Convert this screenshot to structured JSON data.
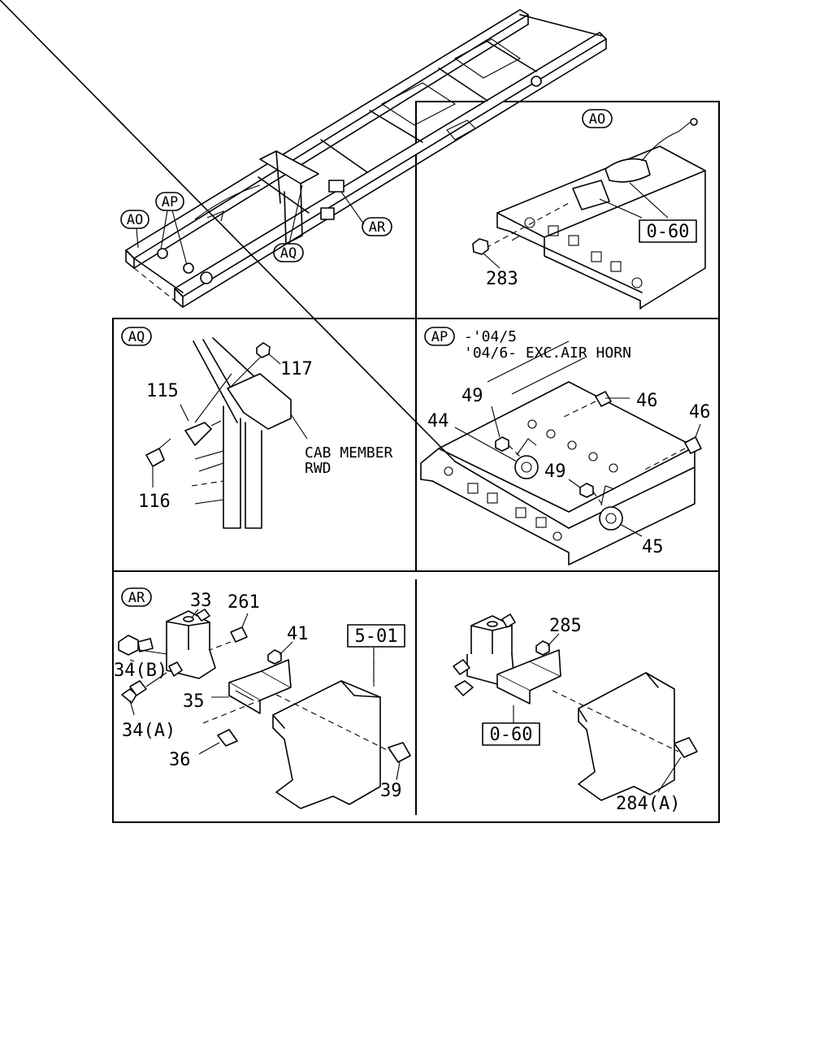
{
  "callouts": {
    "ao_main": "AO",
    "ap_main": "AP",
    "aq_main": "AQ",
    "ar_main": "AR",
    "ao_panel": "AO",
    "aq_panel": "AQ",
    "ap_panel": "AP",
    "ar_panel": "AR"
  },
  "panel_ao": {
    "ref": "0-60",
    "part_283": "283"
  },
  "panel_aq": {
    "part_117": "117",
    "part_115": "115",
    "part_116": "116",
    "note_line1": "CAB MEMBER",
    "note_line2": "RWD"
  },
  "panel_ap": {
    "range_line1": "-'04/5",
    "range_line2": "'04/6- EXC.AIR HORN",
    "part_49a": "49",
    "part_49b": "49",
    "part_44": "44",
    "part_46a": "46",
    "part_46b": "46",
    "part_45": "45"
  },
  "panel_ar": {
    "part_33": "33",
    "part_261": "261",
    "part_41": "41",
    "ref": "5-01",
    "part_34b": "34(B)",
    "part_34a": "34(A)",
    "part_35": "35",
    "part_36": "36",
    "part_39": "39"
  },
  "panel_ar2": {
    "part_285": "285",
    "ref": "0-60",
    "part_284a": "284(A)"
  }
}
